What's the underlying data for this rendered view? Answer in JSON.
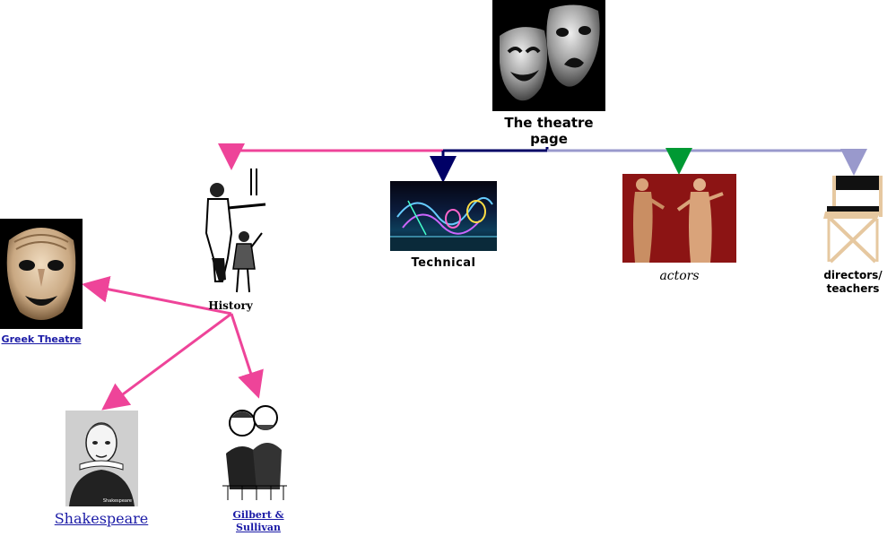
{
  "colors": {
    "pink": "#ee4499",
    "navy": "#000066",
    "lavender": "#9999cc",
    "green": "#009933",
    "link": "#1a1aa6"
  },
  "root": {
    "label_line1": "The theatre",
    "label_line2": "page",
    "icon": "comedy-tragedy-masks"
  },
  "branches": {
    "history": {
      "label": "History",
      "icon": "medieval-performers"
    },
    "technical": {
      "label": "Technical",
      "icon": "stage-lights"
    },
    "actors": {
      "label": "actors",
      "icon": "actor-statues"
    },
    "directors": {
      "label_line1": "directors/",
      "label_line2": "teachers",
      "icon": "director-chair"
    }
  },
  "history_links": {
    "greek": {
      "label": "Greek Theatre",
      "icon": "greek-mask"
    },
    "shakespeare": {
      "label": "Shakespeare",
      "caption": "Shakespeare",
      "icon": "shakespeare-portrait"
    },
    "gilbert": {
      "label_line1": "Gilbert &",
      "label_line2": "Sullivan",
      "icon": "gilbert-sullivan-caricature"
    }
  }
}
